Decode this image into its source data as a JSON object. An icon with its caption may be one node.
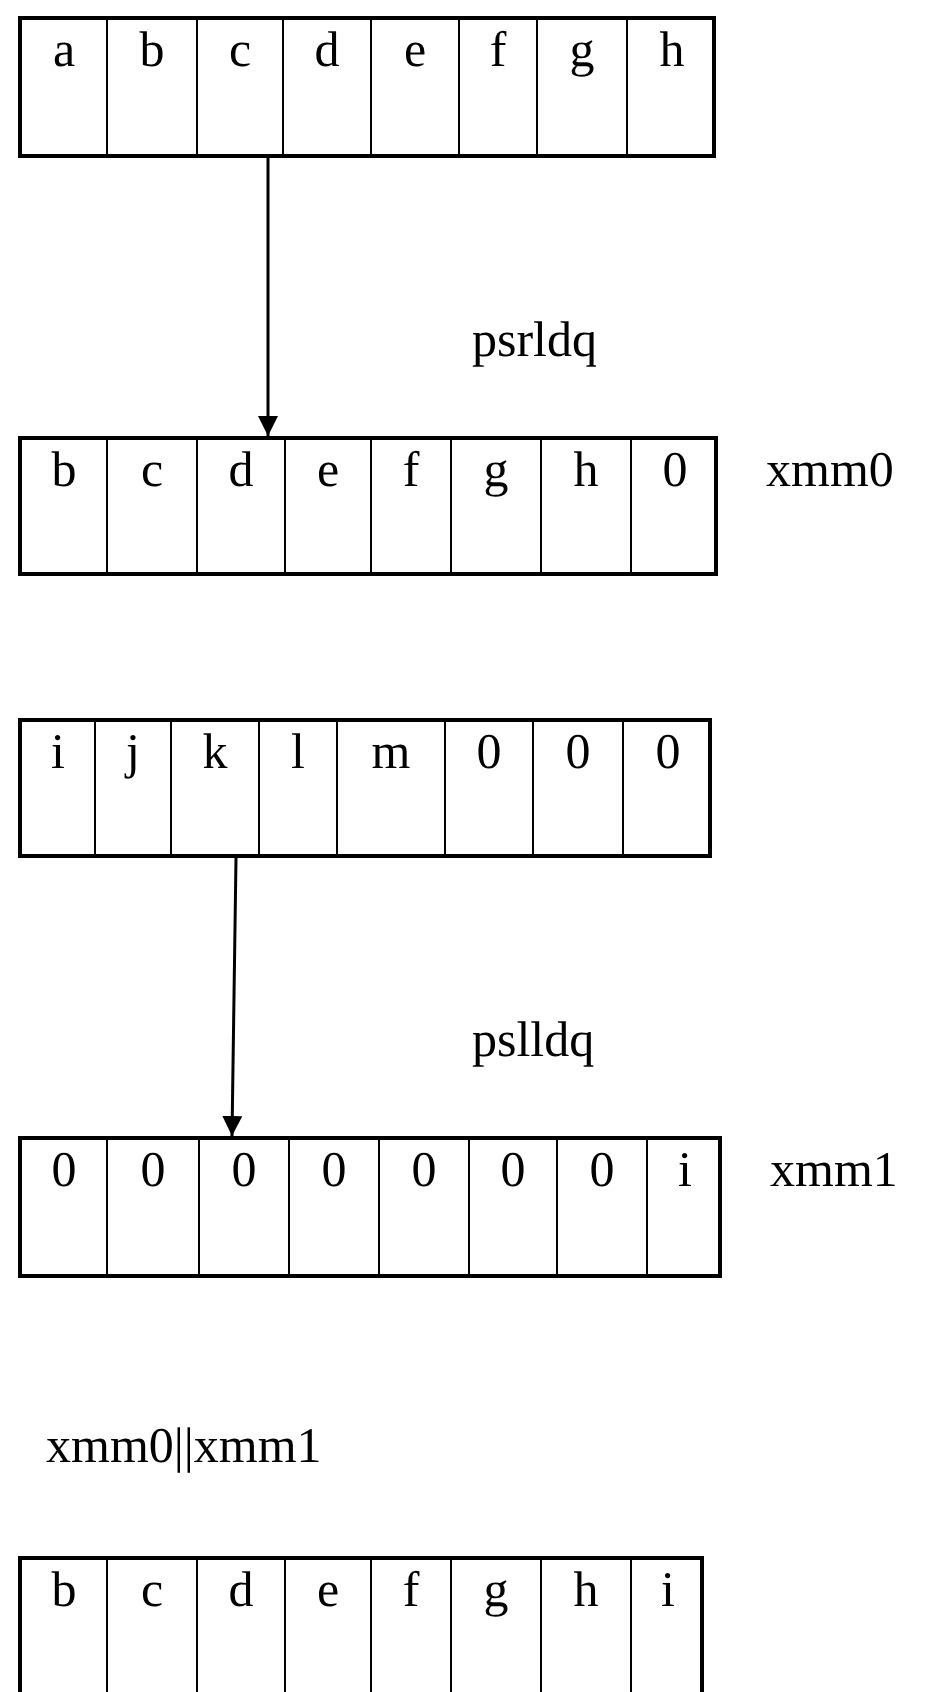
{
  "diagram": {
    "nodes": [
      {
        "text": [
          "a",
          "b",
          "c",
          "d",
          "e",
          "f",
          "g",
          "h"
        ]
      },
      {
        "text": [
          "b",
          "c",
          "d",
          "e",
          "f",
          "g",
          "h",
          "0"
        ],
        "beside": [
          "xmm0"
        ]
      },
      {
        "text": [
          "i",
          "j",
          "k",
          "l",
          "m",
          "0",
          "0",
          "0"
        ]
      },
      {
        "text": [
          "0",
          "0",
          "0",
          "0",
          "0",
          "0",
          "0",
          "i"
        ],
        "beside": [
          "xmm1"
        ]
      },
      {
        "text": [
          "b",
          "c",
          "d",
          "e",
          "f",
          "g",
          "h",
          "i"
        ],
        "beside": [
          "xmm0||xmm1"
        ]
      }
    ],
    "edges": [
      {
        "from": 0,
        "to": 1,
        "arrow": "to",
        "label": "psrldq"
      },
      {
        "from": 2,
        "to": 3,
        "arrow": "to",
        "label": "pslldq"
      }
    ]
  }
}
